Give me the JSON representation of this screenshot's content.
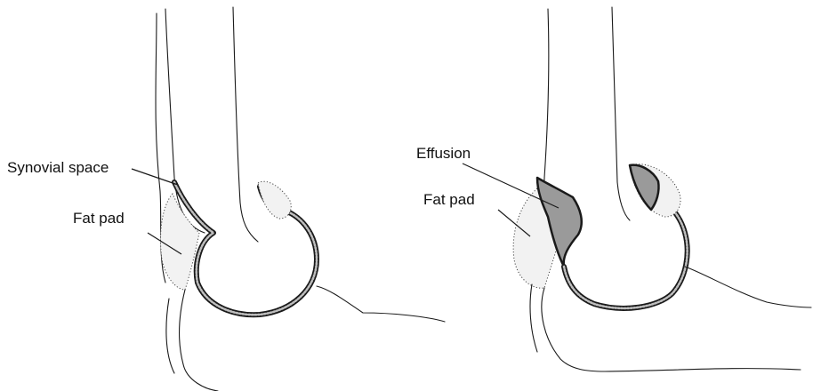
{
  "left_panel": {
    "labels": {
      "synovial_space": "Synovial space",
      "fat_pad": "Fat pad"
    }
  },
  "right_panel": {
    "labels": {
      "effusion": "Effusion",
      "fat_pad": "Fat pad"
    }
  },
  "colors": {
    "line": "#1a1a1a",
    "background": "#ffffff",
    "fill_gray": "#9a9a9a"
  }
}
